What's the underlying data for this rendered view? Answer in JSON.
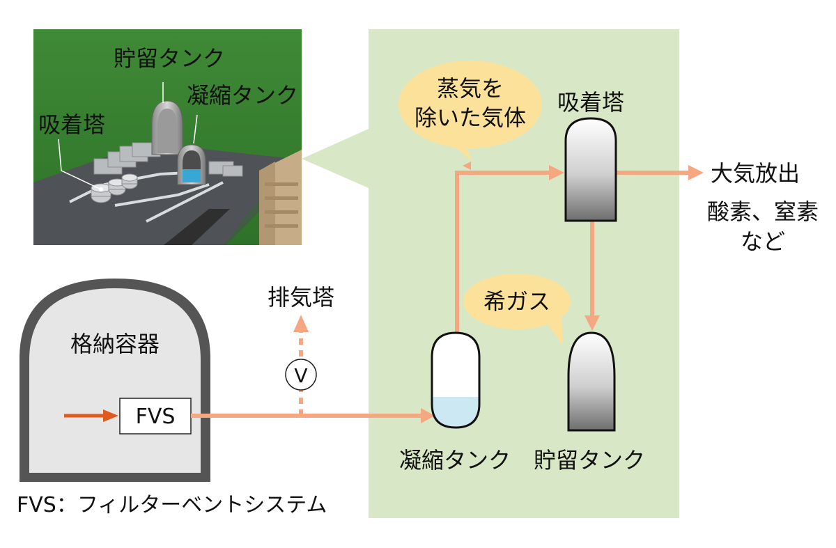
{
  "colors": {
    "panel_bg": "#d8e8c6",
    "flow_arrow": "#f4a780",
    "inlet_arrow": "#e05a1e",
    "bubble": "#fce19a",
    "container_fill": "#e6e6e6",
    "container_border": "#555555",
    "water": "#cbe8f3"
  },
  "inset_labels": {
    "storage_tank": "貯留タンク",
    "condensation_tank": "凝縮タンク",
    "adsorption_tower": "吸着塔"
  },
  "containment": {
    "label": "格納容器",
    "fvs_box": "FVS"
  },
  "valve": {
    "symbol": "V",
    "exhaust_stack": "排気塔"
  },
  "process": {
    "condensation_tank": "凝縮タンク",
    "adsorption_tower": "吸着塔",
    "storage_tank": "貯留タンク",
    "release_main": "大気放出",
    "release_sub_1": "酸素、窒素",
    "release_sub_2": "など"
  },
  "bubbles": {
    "steam_removed_line1": "蒸気を",
    "steam_removed_line2": "除いた気体",
    "noble_gas": "希ガス"
  },
  "footnote": "FVS：フィルターベントシステム"
}
